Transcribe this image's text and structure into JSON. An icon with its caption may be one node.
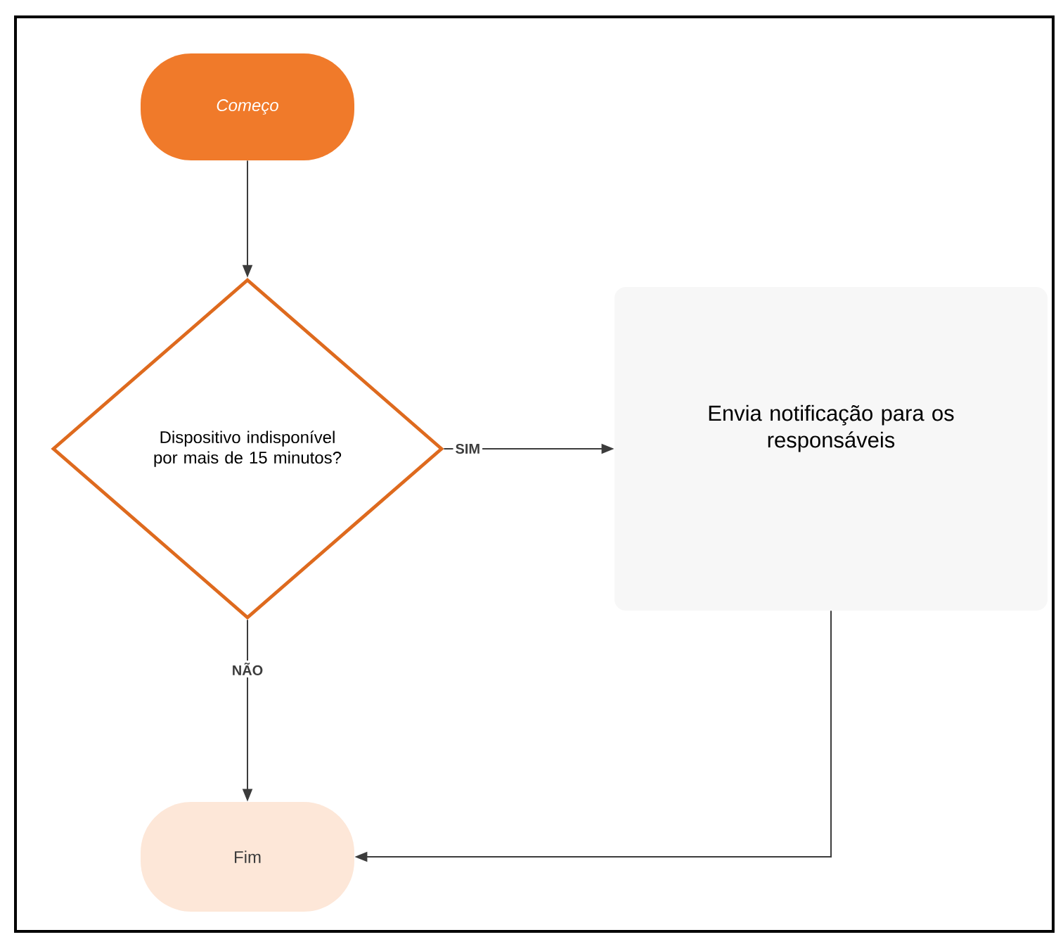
{
  "diagram": {
    "nodes": [
      {
        "text": [
          "Começo"
        ]
      },
      {
        "text": [
          "Dispositivo indisponível por mais de 15 minutos?"
        ]
      },
      {
        "text": [
          "Envia notificação para os responsáveis"
        ]
      },
      {
        "text": [
          "Fim"
        ]
      }
    ],
    "edges": [
      {
        "from": 0,
        "to": 1,
        "arrow": "to"
      },
      {
        "from": 1,
        "to": 2,
        "arrow": "to",
        "label": "SIM"
      },
      {
        "from": 1,
        "to": 3,
        "arrow": "to",
        "label": "NÃO"
      },
      {
        "from": 2,
        "to": 3,
        "arrow": "to"
      }
    ]
  }
}
